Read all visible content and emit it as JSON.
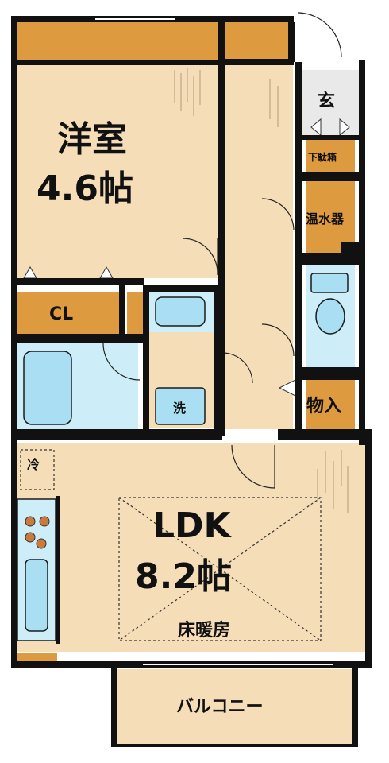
{
  "rooms": {
    "western_room": {
      "name": "洋室",
      "size": "4.6帖"
    },
    "closet": {
      "name": "CL"
    },
    "entrance": {
      "name": "玄"
    },
    "shoe_box": {
      "name": "下駄箱"
    },
    "water_heater": {
      "name": "温水器"
    },
    "laundry": {
      "name": "洗"
    },
    "storeroom": {
      "name": "物入"
    },
    "fridge": {
      "name": "冷"
    },
    "ldk": {
      "name": "LDK",
      "size": "8.2帖",
      "heating": "床暖房"
    },
    "balcony": {
      "name": "バルコニー"
    }
  },
  "colors": {
    "floor": "#f5ddb8",
    "storage": "#dd9a3e",
    "wet_area": "#cdeef8",
    "fixture": "#a9def3",
    "wall": "#111111"
  }
}
